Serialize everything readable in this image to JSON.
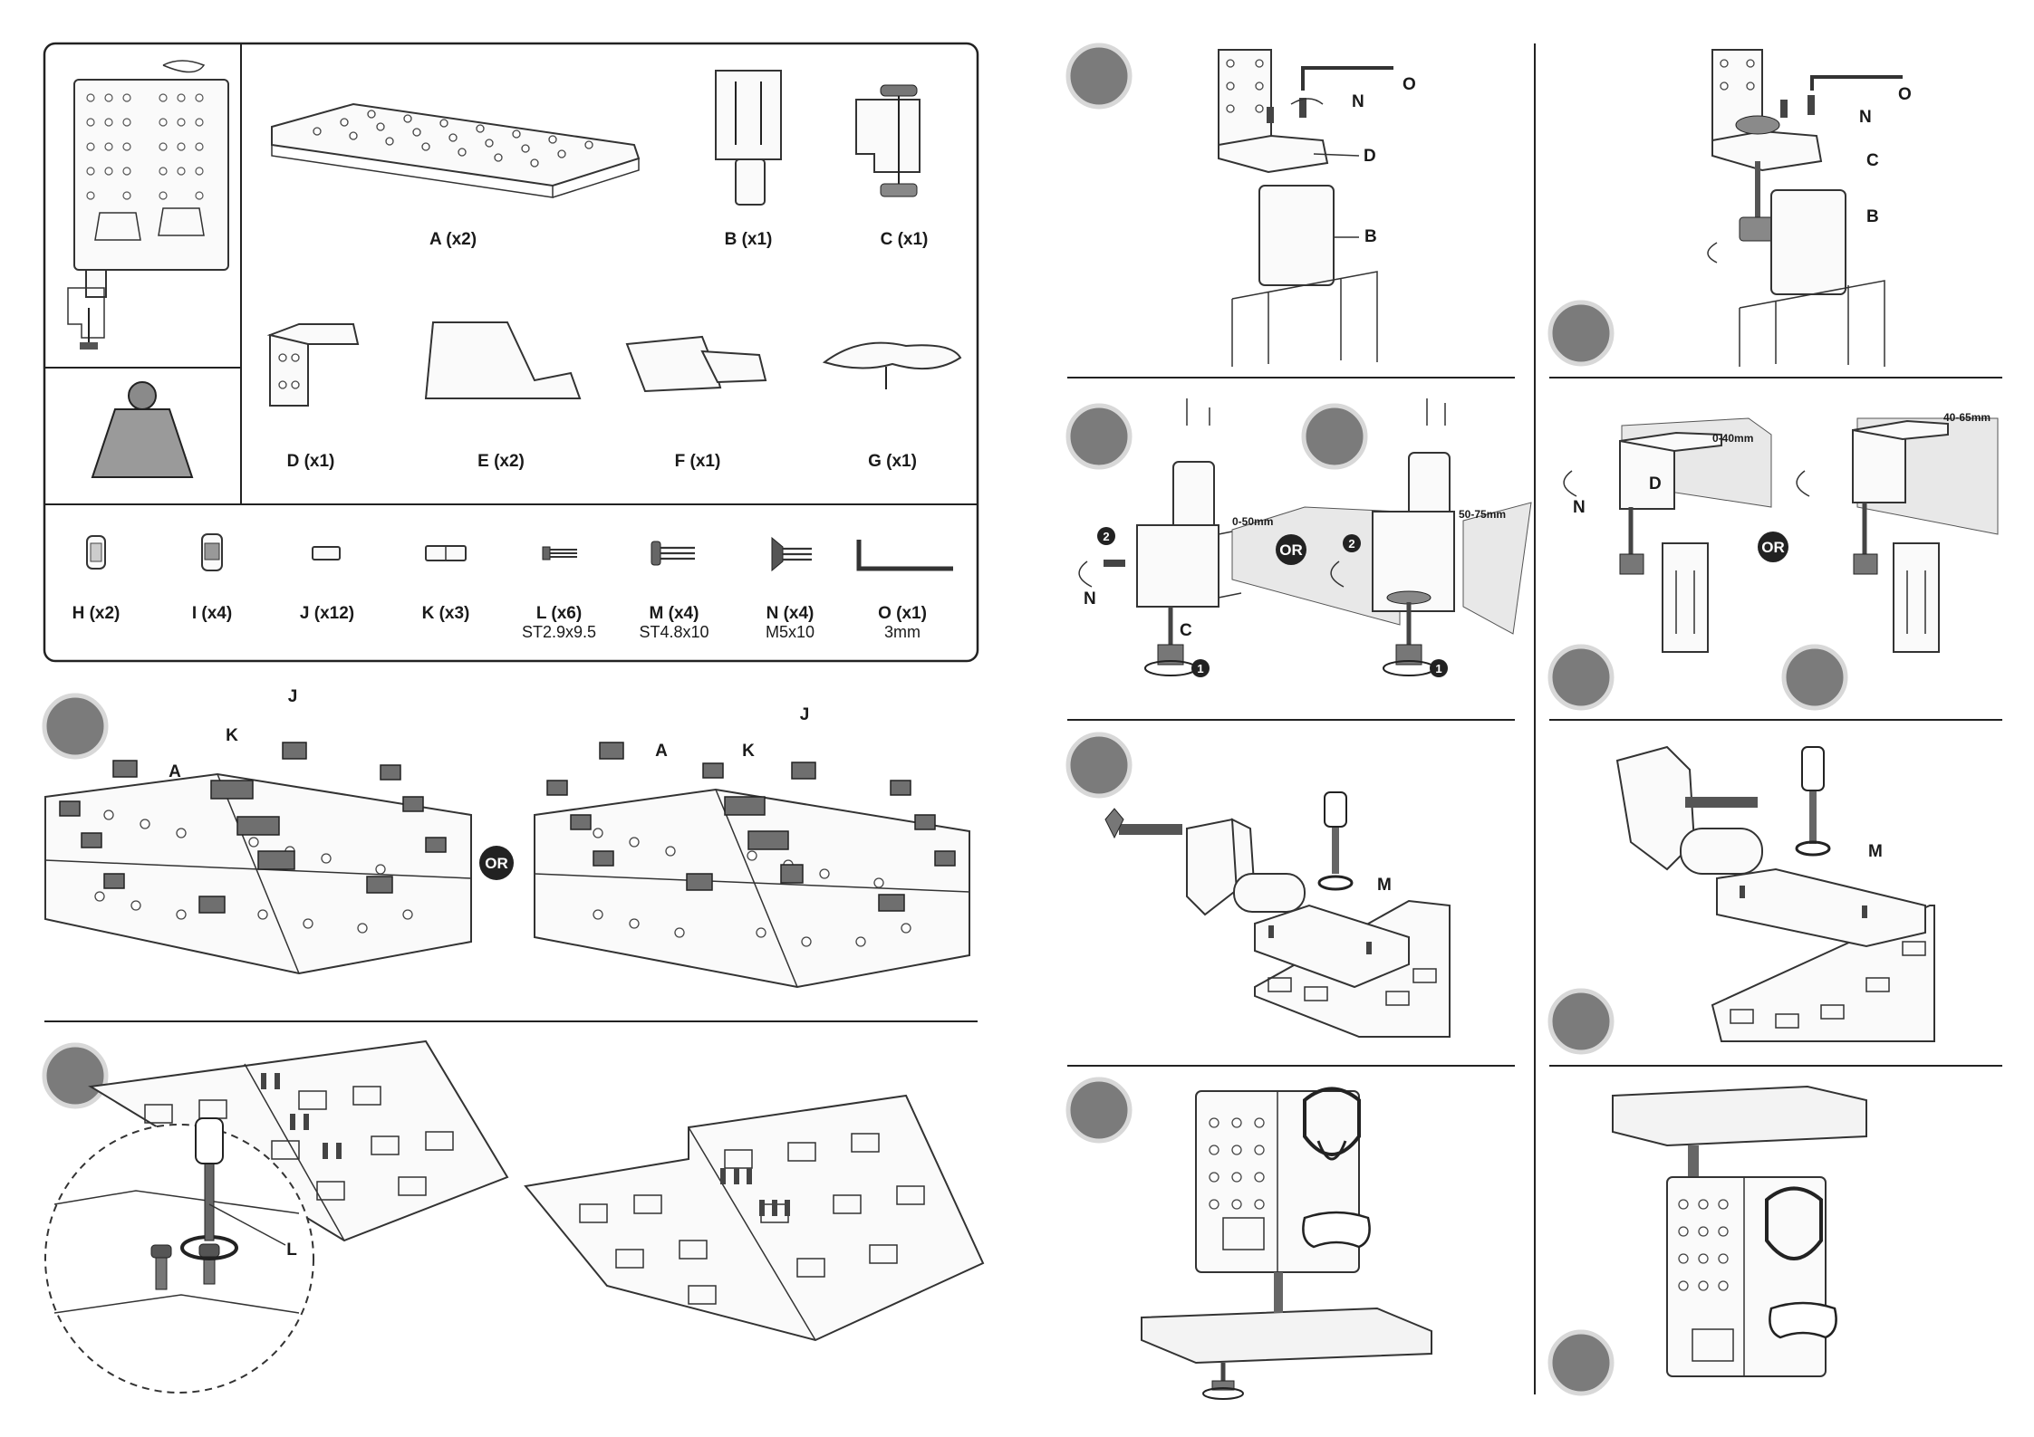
{
  "parts_box": {
    "parts": [
      {
        "id": "A",
        "label": "A (x2)"
      },
      {
        "id": "B",
        "label": "B (x1)"
      },
      {
        "id": "C",
        "label": "C (x1)"
      },
      {
        "id": "D",
        "label": "D (x1)"
      },
      {
        "id": "E",
        "label": "E (x2)"
      },
      {
        "id": "F",
        "label": "F (x1)"
      },
      {
        "id": "G",
        "label": "G (x1)"
      }
    ],
    "hardware": [
      {
        "id": "H",
        "label": "H (x2)",
        "spec": ""
      },
      {
        "id": "I",
        "label": "I (x4)",
        "spec": ""
      },
      {
        "id": "J",
        "label": "J (x12)",
        "spec": ""
      },
      {
        "id": "K",
        "label": "K (x3)",
        "spec": ""
      },
      {
        "id": "L",
        "label": "L (x6)",
        "spec": "ST2.9x9.5"
      },
      {
        "id": "M",
        "label": "M (x4)",
        "spec": "ST4.8x10"
      },
      {
        "id": "N",
        "label": "N (x4)",
        "spec": "M5x10"
      },
      {
        "id": "O",
        "label": "O (x1)",
        "spec": "3mm"
      }
    ]
  },
  "or_label": "OR",
  "callouts": {
    "A": "A",
    "B": "B",
    "C": "C",
    "D": "D",
    "J": "J",
    "K": "K",
    "L": "L",
    "M": "M",
    "N": "N",
    "O": "O",
    "c_small": "C",
    "d_small": "D",
    "n_small": "N"
  },
  "dimensions": {
    "clamp_thin": "0-50mm",
    "clamp_thick": "50-75mm",
    "under_thin": "0-40mm",
    "under_thick": "40-65mm"
  },
  "order_marks": {
    "first": "1",
    "second": "2"
  },
  "colors": {
    "step_circle": "#7b7b7b",
    "badge": "#222222"
  }
}
